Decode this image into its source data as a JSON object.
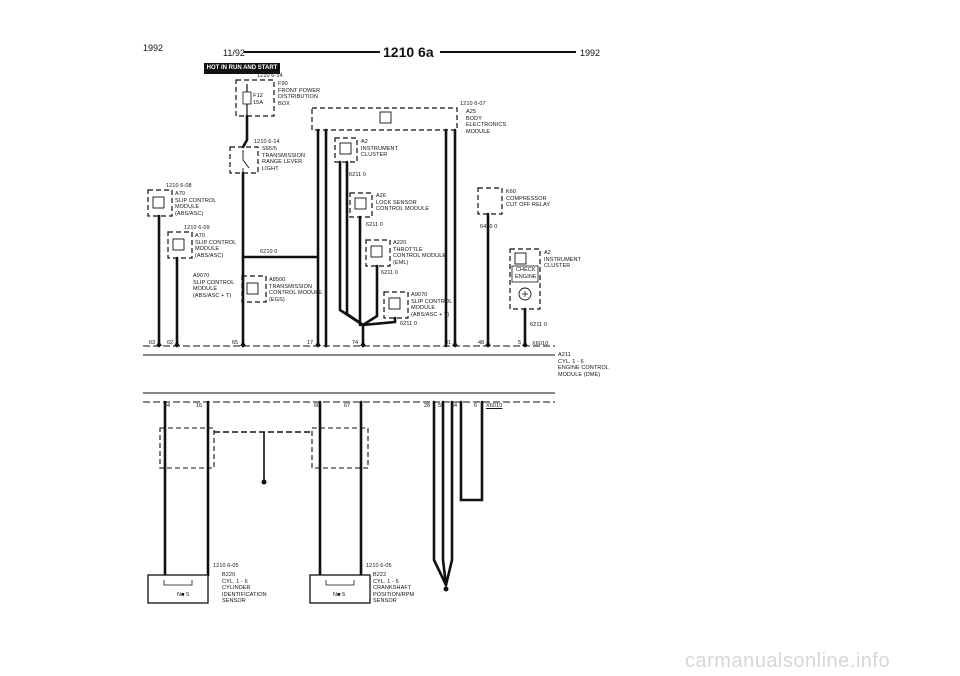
{
  "header": {
    "year_left": "1992",
    "date_code": "11/92",
    "page_title": "1210 6a",
    "year_right": "1992"
  },
  "badge": "HOT IN RUN AND START",
  "components": {
    "f90_ref": "1210 6-14",
    "f90": "F90\nFRONT POWER\nDISTRIBUTION\nBOX",
    "fuse": "F12\n15A",
    "a25_ref": "1210 6-07",
    "a25": "A25\nBODY\nELECTRONICS\nMODULE",
    "s65_ref": "1210 6-14",
    "s65": "S65/5\nTRANSMISSION\nRANGE LEVER\nLIGHT",
    "a2_top": "A2\nINSTRUMENT\nCLUSTER",
    "a2_top_ref": "6211 0",
    "a26": "A26\nLOCK SENSOR\nCONTROL MODULE",
    "a26_ref": "6211 0",
    "a70_a_ref": "1210 6-08",
    "a70_a": "A70\nSLIP CONTROL\nMODULE\n(ABS/ASC)",
    "a70_b_ref": "1210 6-09",
    "a70_b": "A70\nSLIP CONTROL\nMODULE\n(ABS/ASC)",
    "a9070_left": "A9070\nSLIP CONTROL\nMODULE\n(ABS/ASC + T)",
    "egs_ref": "6210 0",
    "a8500": "A8500\nTRANSMISSION\nCONTROL MODULE\n(EGS)",
    "a220": "A220\nTHROTTLE\nCONTROL MODULE\n(EML)",
    "a220_ref": "6211 0",
    "a9070_right": "A9070\nSLIP CONTROL\nMODULE\n(ABS/ASC + T)",
    "a9070_right_ref": "6211 0",
    "k60": "K60\nCOMPRESSOR\nCUT OFF RELAY",
    "k60_ref": "6450 0",
    "a2_right": "A2\nINSTRUMENT\nCLUSTER",
    "check_engine": "CHECK\nENGINE",
    "a2_right_ref": "6211 0",
    "x6010_top": "X6010",
    "a211": "A211\nCYL. 1 - 6\nENGINE CONTROL\nMODULE (DME)",
    "x6010_bottom": "X6010",
    "b220_ref": "1210 6-05",
    "b220": "B220\nCYL. 1 - 6\nCYLINDER\nIDENTIFICATION\nSENSOR",
    "b222_ref": "1210 6-05",
    "b222": "B222\nCYL. 1 - 6\nCRANKSHAFT\nPOSITION/RPM\nSENSOR",
    "conn_left": "N■ 5",
    "conn_right": "N■ 5"
  },
  "pins_top": [
    "63",
    "62",
    "65",
    "17",
    "74",
    "81",
    "48",
    "5"
  ],
  "pins_bottom": [
    "44",
    "16",
    "66",
    "67",
    "28",
    "55",
    "34",
    "6"
  ],
  "watermark": "carmanualsonline.info"
}
